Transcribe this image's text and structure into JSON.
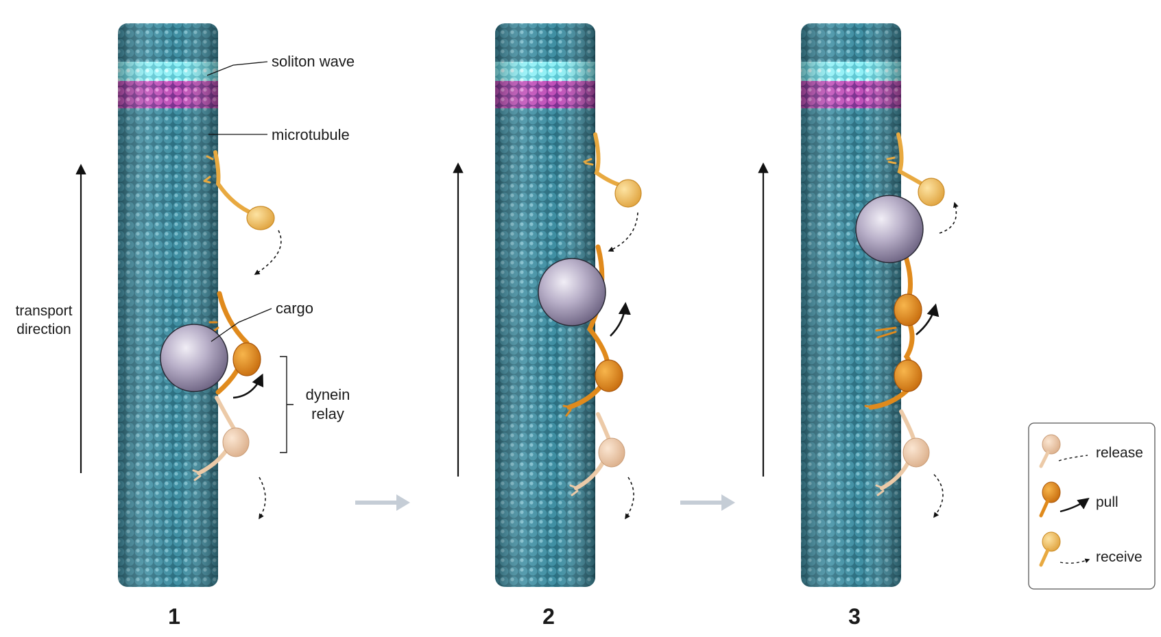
{
  "labels": {
    "soliton_wave": "soliton wave",
    "microtubule": "microtubule",
    "cargo": "cargo",
    "dynein_relay_line1": "dynein",
    "dynein_relay_line2": "relay",
    "transport_direction_line1": "transport",
    "transport_direction_line2": "direction"
  },
  "steps": [
    "1",
    "2",
    "3"
  ],
  "legend": {
    "release": "release",
    "pull": "pull",
    "receive": "receive"
  },
  "colors": {
    "tubulin": "#3f8fa3",
    "tubulin_light": "#7cc3d2",
    "tubulin_dark": "#22606f",
    "wave_cyan": "#7fe3ee",
    "wave_magenta": "#c04fb8",
    "cargo": "#b3a9c4",
    "dynein_pull": "#e08a1c",
    "dynein_receive": "#f0bd57",
    "dynein_release": "#efc9a4",
    "progress_arrow": "#c5cdd6"
  }
}
